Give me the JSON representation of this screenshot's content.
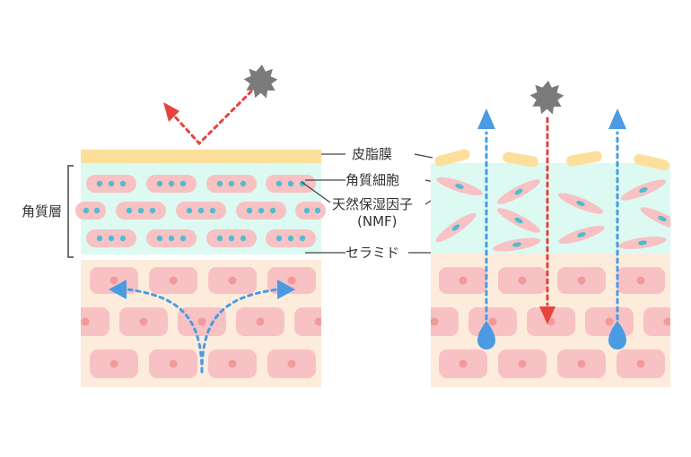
{
  "labels": {
    "stratum_corneum": "角質層",
    "sebum_film": "皮脂膜",
    "corneocyte": "角質細胞",
    "nmf_line1": "天然保湿因子",
    "nmf_line2": "(NMF)",
    "ceramide": "セラミド"
  },
  "colors": {
    "sebum": "#fcdf9a",
    "horny_layer": "#dcfaf2",
    "cell_pink": "#f8c1c3",
    "nucleus_teal": "#4fbdcf",
    "skin_base": "#fdecdc",
    "cell_nucleus": "#f29a9a",
    "irritant": "#7b7b7b",
    "red_arrow": "#e8423d",
    "blue_arrow": "#4a9be3",
    "leader": "#444444"
  },
  "icons": {
    "irritant": "spiky-star-icon",
    "water": "water-drop-icon",
    "arrow": "arrowhead-icon"
  }
}
